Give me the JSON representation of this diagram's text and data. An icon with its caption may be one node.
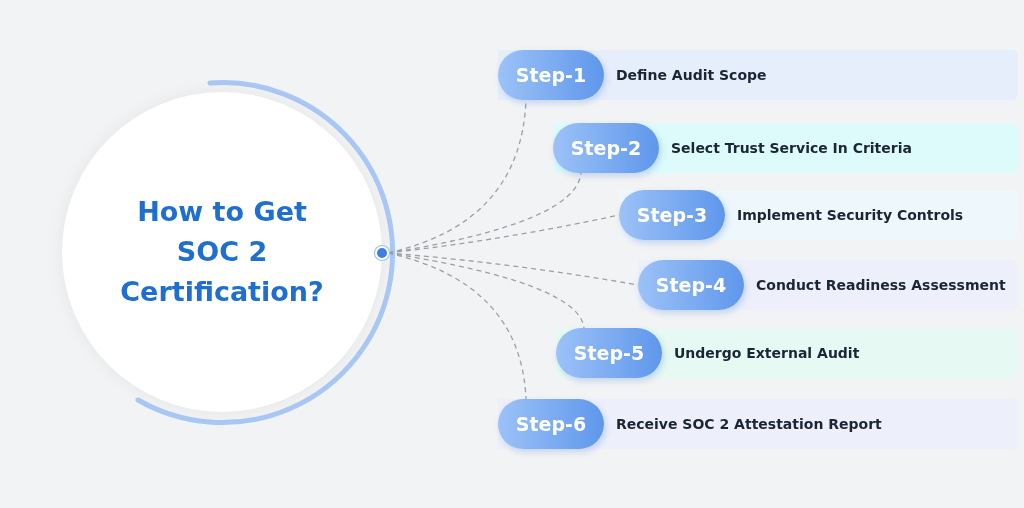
{
  "diagram": {
    "nodes": [
      {
        "text": [
          "How to Get SOC 2 Certification?"
        ]
      },
      {
        "text": [],
        "shape": "circle"
      },
      {
        "text": [
          "Step-1",
          "Define Audit Scope"
        ]
      },
      {
        "text": [
          "Step-2",
          "Select Trust Service In Criteria"
        ]
      },
      {
        "text": [
          "Step-3",
          "Implement Security Controls"
        ]
      },
      {
        "text": [
          "Step-4",
          "Conduct Readiness Assessment"
        ]
      },
      {
        "text": [
          "Step-5",
          "Undergo External Audit"
        ]
      },
      {
        "text": [
          "Step-6",
          "Receive SOC 2 Attestation Report"
        ]
      }
    ],
    "edges": [
      {
        "from": 1,
        "to": 2,
        "arrow": "none",
        "style": "dashed"
      },
      {
        "from": 1,
        "to": 3,
        "arrow": "none",
        "style": "dashed"
      },
      {
        "from": 1,
        "to": 4,
        "arrow": "none",
        "style": "dashed"
      },
      {
        "from": 1,
        "to": 5,
        "arrow": "none",
        "style": "dashed"
      },
      {
        "from": 1,
        "to": 6,
        "arrow": "none",
        "style": "dashed"
      },
      {
        "from": 1,
        "to": 7,
        "arrow": "none",
        "style": "dashed"
      }
    ]
  }
}
